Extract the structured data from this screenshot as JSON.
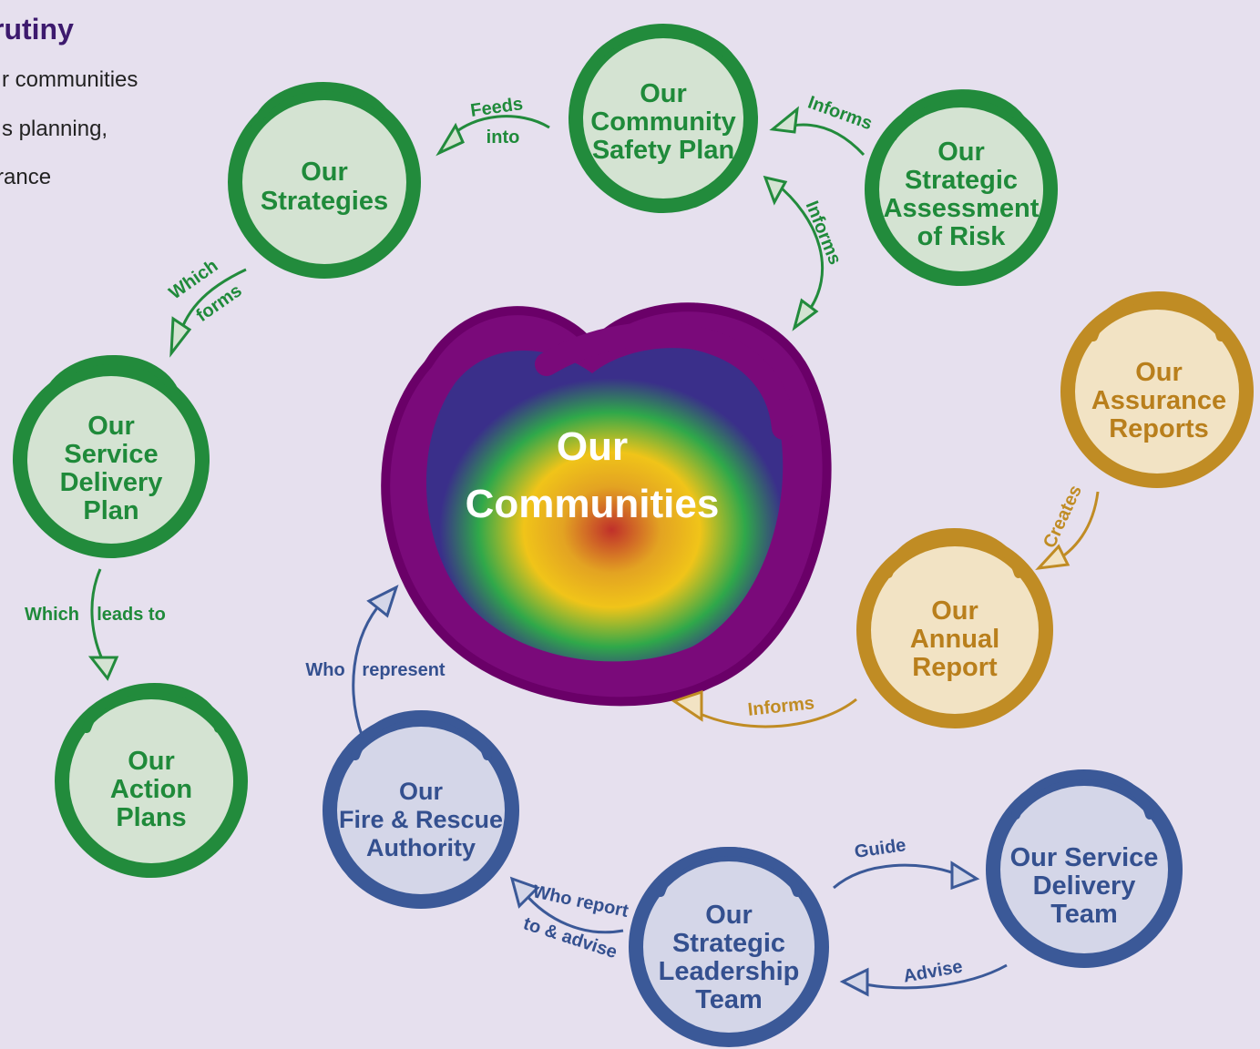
{
  "intro": {
    "heading": "rutiny",
    "lines": [
      "r communities",
      "s planning,",
      "rance"
    ]
  },
  "colors": {
    "green_stroke": "#228b3c",
    "green_fill": "#d4e3d2",
    "green_text": "#1f8a3a",
    "gold_stroke": "#c08c24",
    "gold_fill": "#f2e3c4",
    "gold_text": "#b97f1c",
    "blue_stroke": "#3b5998",
    "blue_fill": "#d4d6e8",
    "blue_text": "#34508f",
    "center_outer": "#7a0a7a",
    "center_mid": "#3a2f8a",
    "center_green": "#2fa84a",
    "center_yellow": "#f0c419",
    "center_core": "#c0302a"
  },
  "center": {
    "lines": [
      "Our",
      "Communities"
    ]
  },
  "nodes": {
    "community_safety_plan": {
      "lines": [
        "Our",
        "Community",
        "Safety Plan"
      ]
    },
    "strategies": {
      "lines": [
        "Our",
        "Strategies"
      ]
    },
    "strategic_assessment": {
      "lines": [
        "Our",
        "Strategic",
        "Assessment",
        "of Risk"
      ]
    },
    "service_delivery_plan": {
      "lines": [
        "Our",
        "Service",
        "Delivery",
        "Plan"
      ]
    },
    "action_plans": {
      "lines": [
        "Our",
        "Action",
        "Plans"
      ]
    },
    "assurance_reports": {
      "lines": [
        "Our",
        "Assurance",
        "Reports"
      ]
    },
    "annual_report": {
      "lines": [
        "Our",
        "Annual",
        "Report"
      ]
    },
    "fire_rescue_authority": {
      "lines": [
        "Our",
        "Fire & Rescue",
        "Authority"
      ]
    },
    "strategic_leadership": {
      "lines": [
        "Our",
        "Strategic",
        "Leadership",
        "Team"
      ]
    },
    "service_delivery_team": {
      "lines": [
        "Our Service",
        "Delivery",
        "Team"
      ]
    }
  },
  "links": {
    "feeds_into": [
      "Feeds",
      "into"
    ],
    "informs_top": "Informs",
    "informs_right": "Informs",
    "which_forms": [
      "Which",
      "forms"
    ],
    "which_leads_to": [
      "Which",
      "leads to"
    ],
    "creates": "Creates",
    "informs_annual": "Informs",
    "who_represent": [
      "Who",
      "represent"
    ],
    "who_report": [
      "Who report",
      "to & advise"
    ],
    "guide": "Guide",
    "advise": "Advise"
  }
}
